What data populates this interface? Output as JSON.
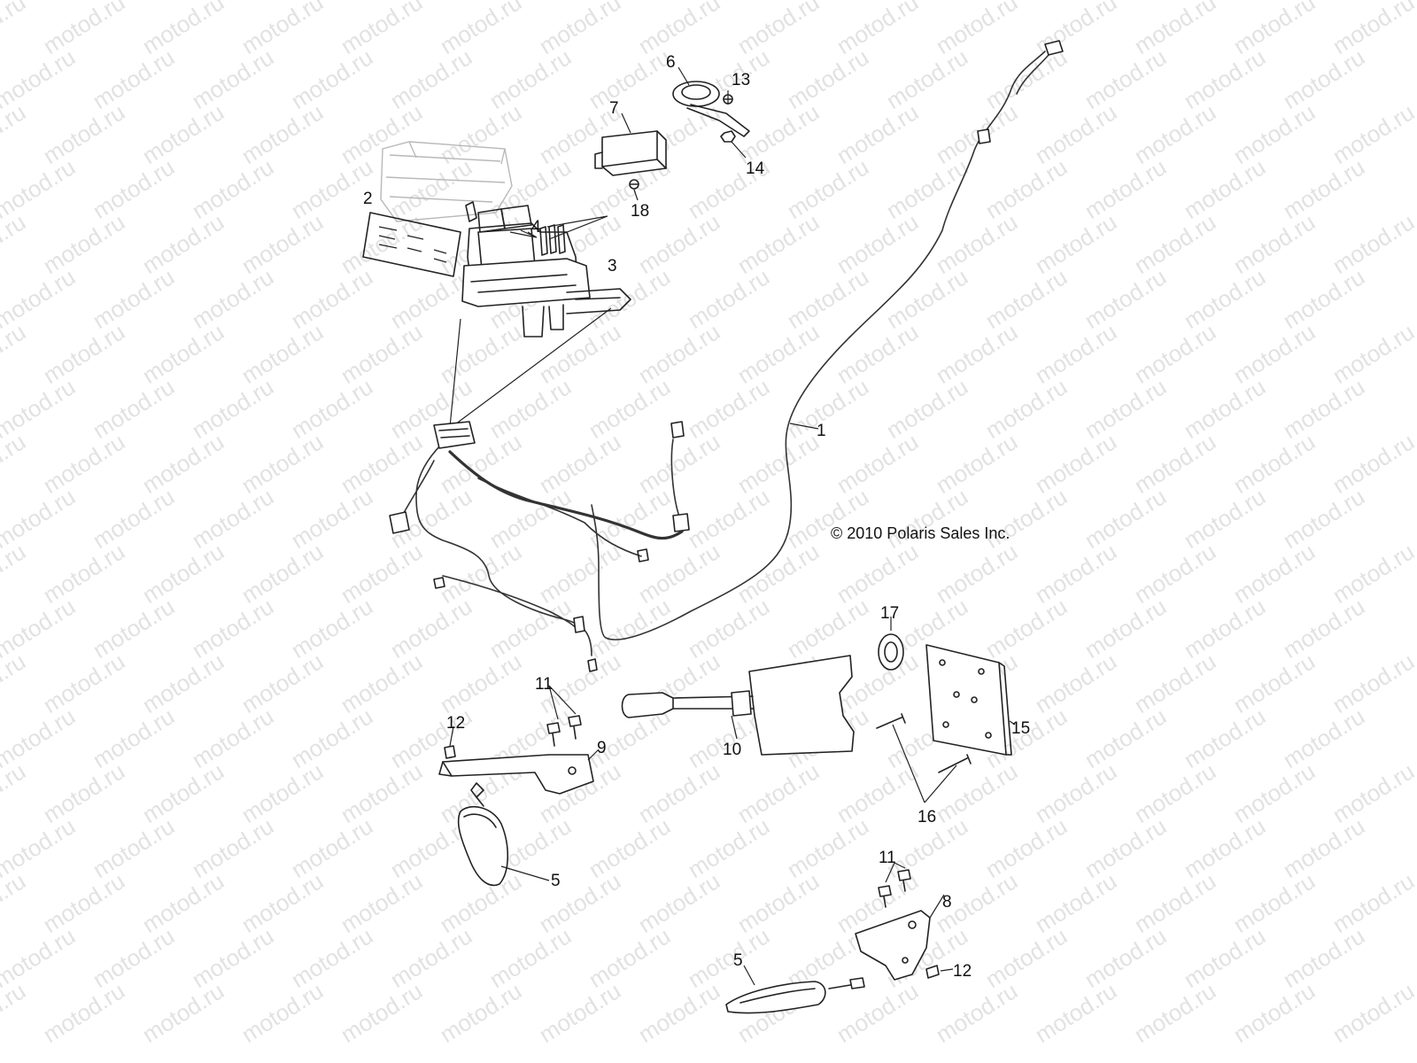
{
  "watermark": {
    "text": "motod.ru",
    "color": "#e2e2e2"
  },
  "copyright": "© 2010 Polaris Sales Inc.",
  "callouts": [
    {
      "id": "1",
      "label": "1"
    },
    {
      "id": "2",
      "label": "2"
    },
    {
      "id": "3",
      "label": "3"
    },
    {
      "id": "4",
      "label": "4"
    },
    {
      "id": "5a",
      "label": "5"
    },
    {
      "id": "5b",
      "label": "5"
    },
    {
      "id": "6",
      "label": "6"
    },
    {
      "id": "7",
      "label": "7"
    },
    {
      "id": "8",
      "label": "8"
    },
    {
      "id": "9",
      "label": "9"
    },
    {
      "id": "10",
      "label": "10"
    },
    {
      "id": "11a",
      "label": "11"
    },
    {
      "id": "11b",
      "label": "11"
    },
    {
      "id": "12a",
      "label": "12"
    },
    {
      "id": "12b",
      "label": "12"
    },
    {
      "id": "13",
      "label": "13"
    },
    {
      "id": "14",
      "label": "14"
    },
    {
      "id": "15",
      "label": "15"
    },
    {
      "id": "16",
      "label": "16"
    },
    {
      "id": "17",
      "label": "17"
    },
    {
      "id": "18",
      "label": "18"
    }
  ]
}
